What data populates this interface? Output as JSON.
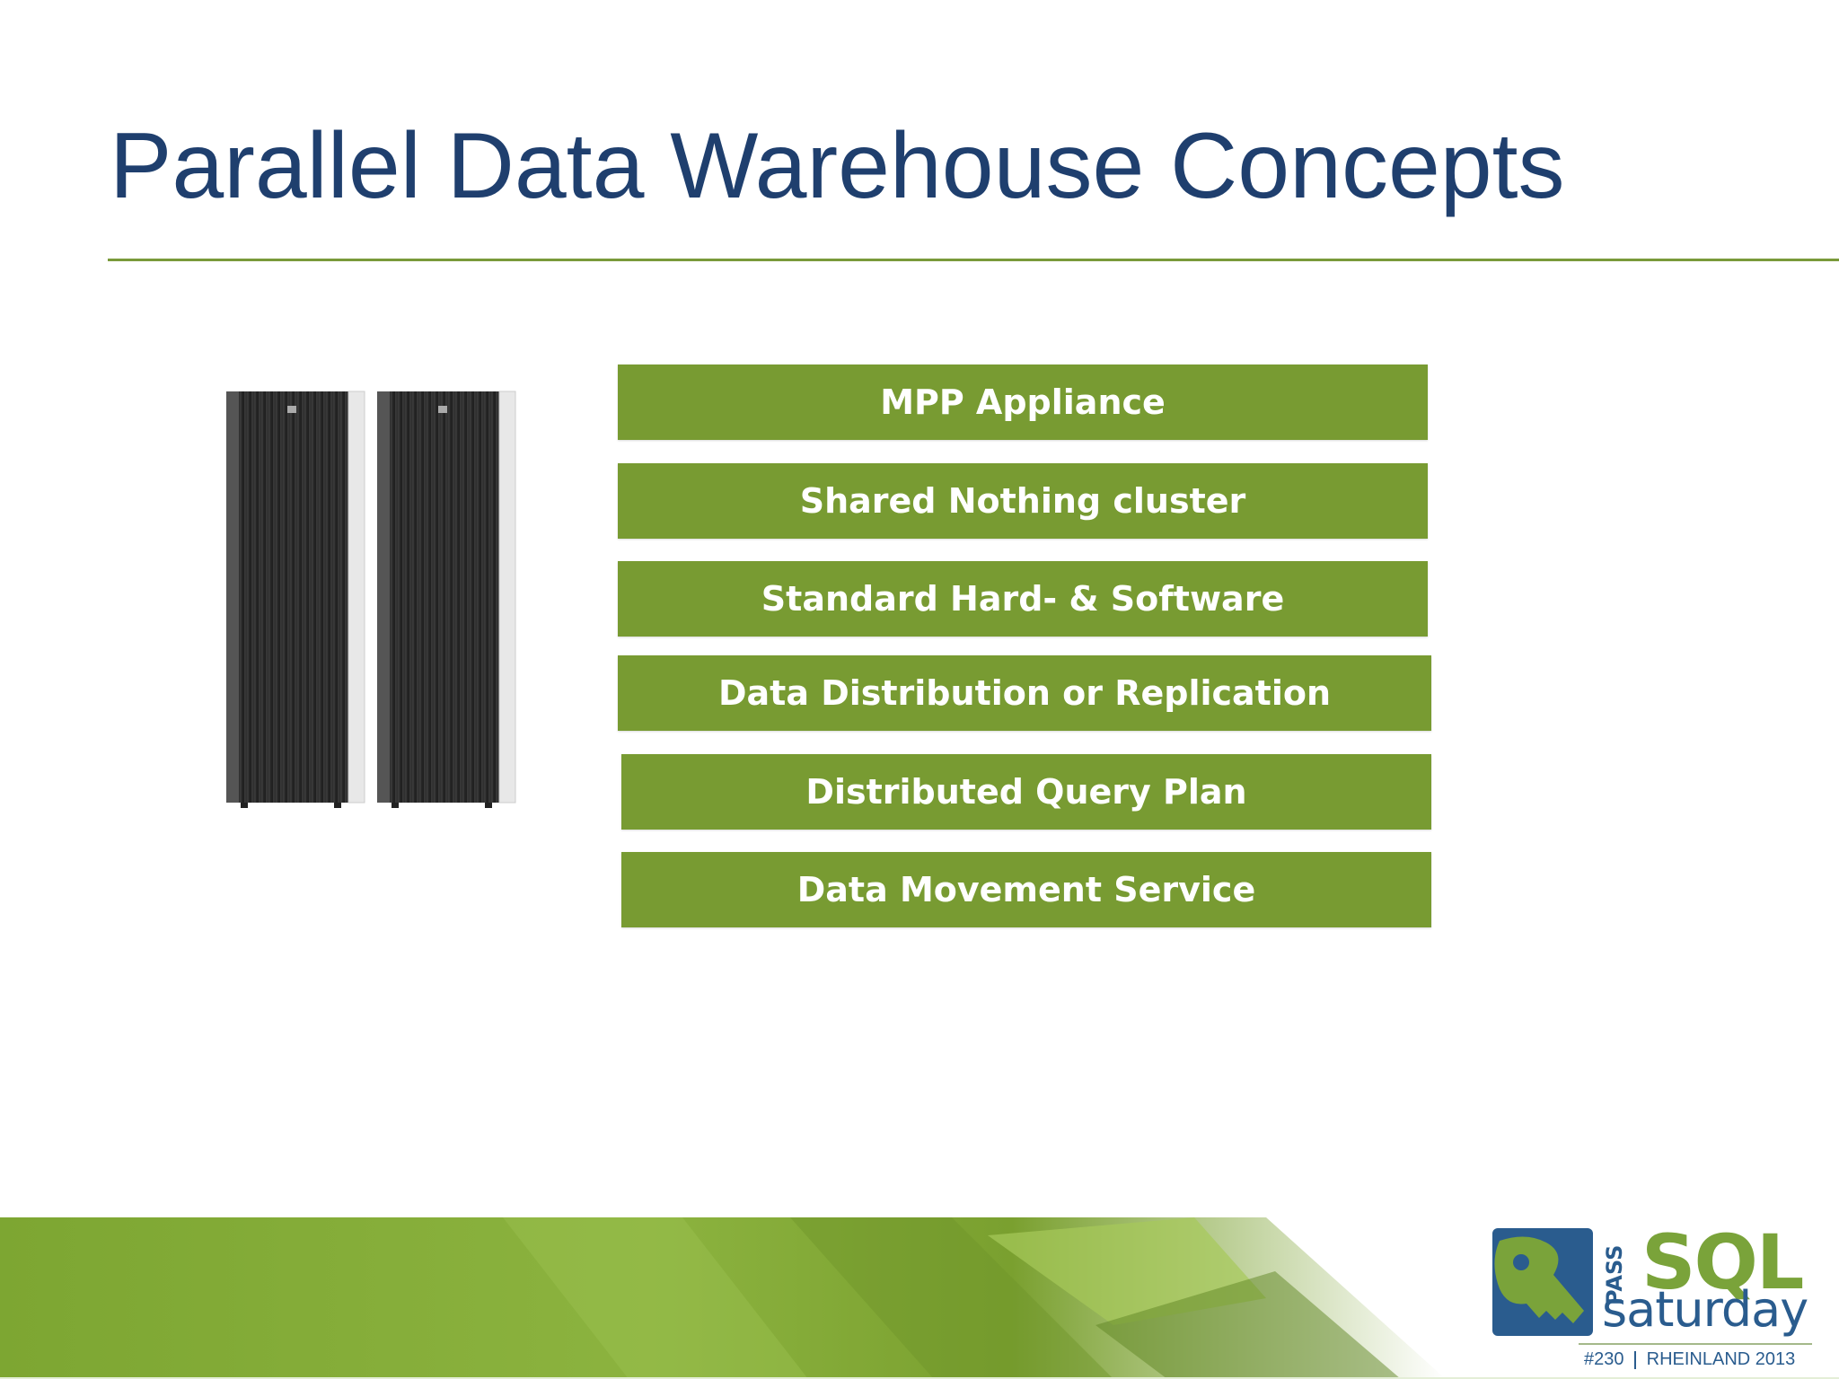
{
  "slide": {
    "title": "Parallel Data Warehouse Concepts",
    "concepts": [
      "MPP Appliance",
      "Shared Nothing cluster",
      "Standard Hard- & Software",
      "Data Distribution or Replication",
      "Distributed Query Plan",
      "Data Movement Service"
    ]
  },
  "logo": {
    "pass": "PASS",
    "sql": "SQL",
    "saturday": "saturday",
    "event_number": "#230",
    "event_location": "RHEINLAND 2013"
  },
  "colors": {
    "title": "#1f3f6e",
    "accent_green": "#789b32",
    "logo_blue": "#2a5c8e",
    "logo_green": "#7aa33a"
  },
  "icons": {
    "racks": "server-rack-icon",
    "logo": "key-logo-icon"
  }
}
